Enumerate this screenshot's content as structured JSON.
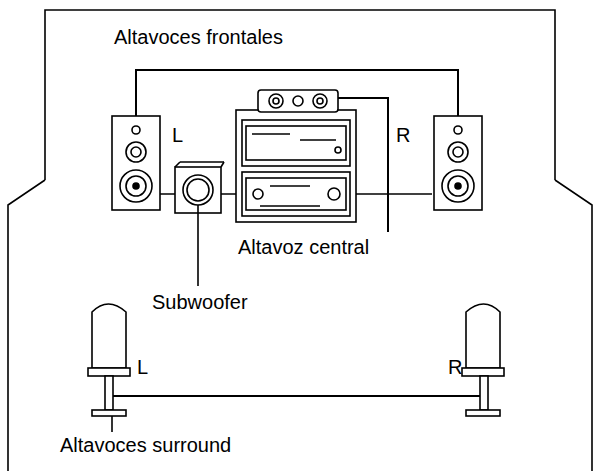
{
  "diagram": {
    "labels": [
      "Altavoces frontales",
      "L",
      "R",
      "Altavoz central",
      "Subwoofer",
      "L",
      "R",
      "Altavoces surround"
    ]
  }
}
